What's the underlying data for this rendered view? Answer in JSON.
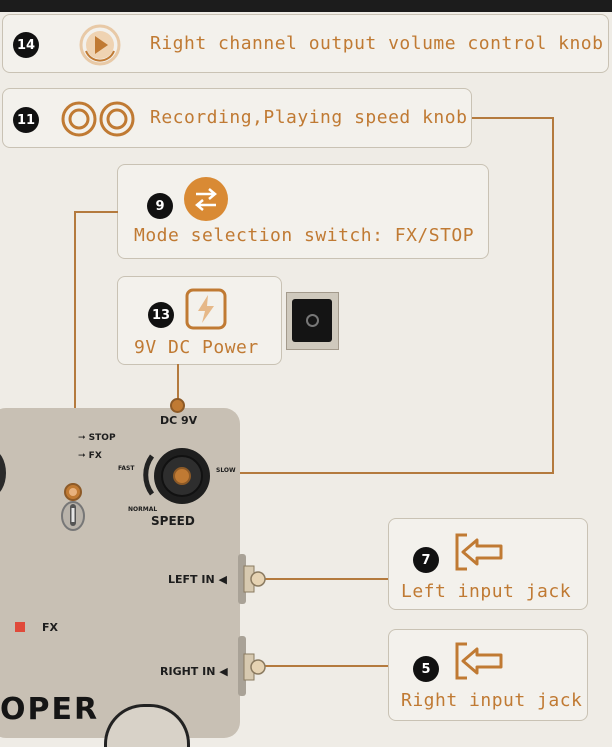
{
  "callouts": {
    "c14": {
      "num": "14",
      "text": "Right channel output volume control knob"
    },
    "c11": {
      "num": "11",
      "text": "Recording,Playing speed knob"
    },
    "c9": {
      "num": "9",
      "text": "Mode selection switch: FX/STOP"
    },
    "c13": {
      "num": "13",
      "text": "9V DC Power"
    },
    "c7": {
      "num": "7",
      "text": "Left input jack"
    },
    "c5": {
      "num": "5",
      "text": "Right input jack"
    }
  },
  "pedal": {
    "dc_label": "DC 9V",
    "switch_stop": "➞ STOP",
    "switch_fx": "➞ FX",
    "knob_fast": "FAST",
    "knob_slow": "SLOW",
    "knob_normal": "NORMAL",
    "knob_speed": "SPEED",
    "left_in": "LEFT IN ◀",
    "right_in": "RIGHT IN ◀",
    "fx_label": "FX",
    "brand_fragment": "OPER"
  },
  "colors": {
    "accent": "#c07a33",
    "line": "#b47a3e",
    "pedal": "#c8c0b4"
  }
}
